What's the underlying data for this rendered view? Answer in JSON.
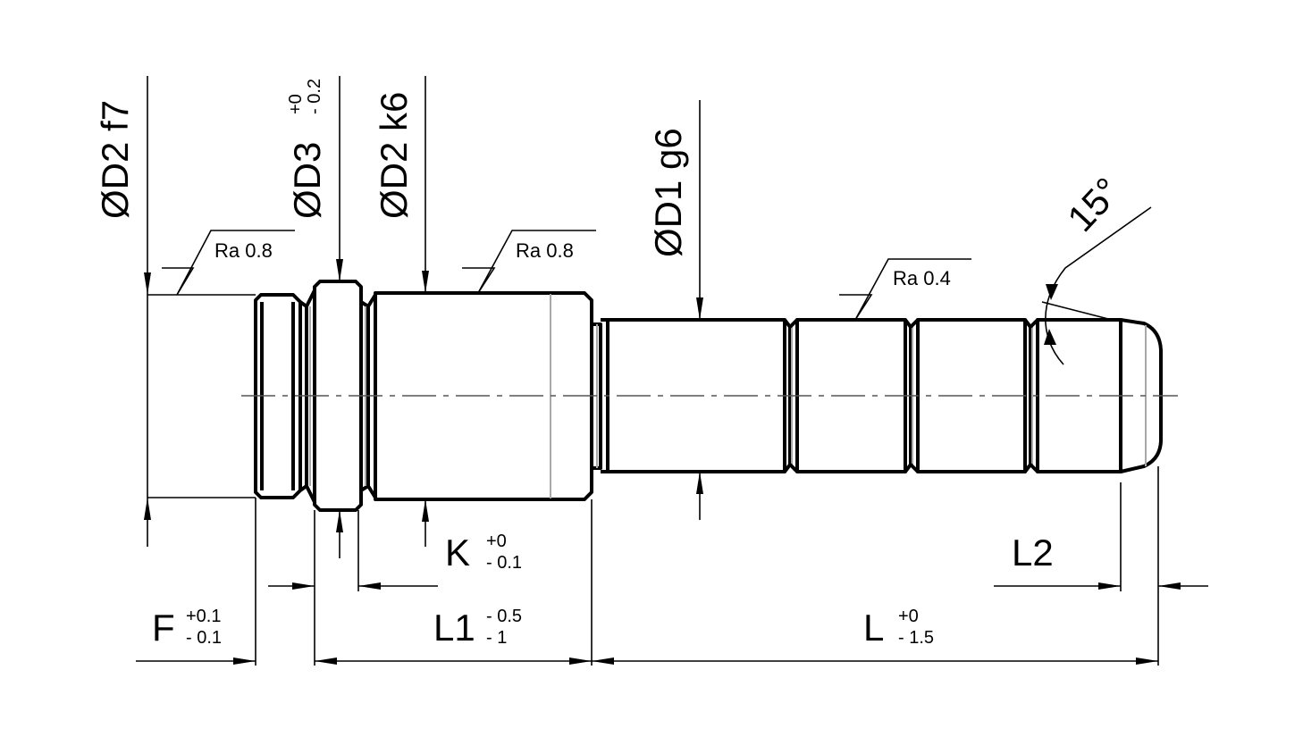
{
  "diagram": {
    "diameters": {
      "d2_f7": "ØD2 f7",
      "d3": "ØD3",
      "d3_tol_upper": "+0",
      "d3_tol_lower": "- 0.2",
      "d2_k6": "ØD2 k6",
      "d1_g6": "ØD1 g6"
    },
    "roughness": {
      "left": "Ra 0.8",
      "middle": "Ra 0.8",
      "right": "Ra 0.4"
    },
    "angle": "15°",
    "lengths": {
      "k": "K",
      "k_tol_upper": "+0",
      "k_tol_lower": "- 0.1",
      "f": "F",
      "f_tol_upper": "+0.1",
      "f_tol_lower": "- 0.1",
      "l1": "L1",
      "l1_tol_upper": "- 0.5",
      "l1_tol_lower": "- 1",
      "l": "L",
      "l_tol_upper": "+0",
      "l_tol_lower": "- 1.5",
      "l2": "L2"
    }
  }
}
